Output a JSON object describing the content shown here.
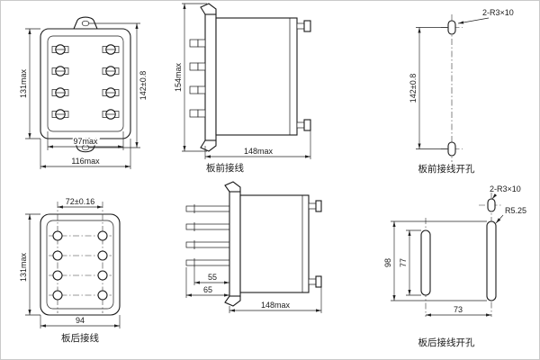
{
  "sheet": {
    "background": "#ffffff",
    "ink": "#1a1a1a"
  },
  "front_view": {
    "dim_body_height": "131max",
    "dim_hole_spacing": "142±0.8",
    "dim_inner_width": "97max",
    "dim_body_width": "116max"
  },
  "front_wiring_side": {
    "dim_height": "154max",
    "dim_depth": "148max",
    "caption": "板前接线"
  },
  "front_drill": {
    "slot_label": "2-R3×10",
    "dim_hole_spacing": "142±0.8",
    "caption": "板前接线开孔"
  },
  "rear_view": {
    "dim_hole_columns": "72±0.16",
    "dim_body_height": "131max",
    "dim_body_width": "94",
    "caption": "板后接线"
  },
  "rear_wiring_side": {
    "dim_pin_short": "55",
    "dim_pin_long": "65",
    "dim_depth": "148max"
  },
  "rear_drill": {
    "slot_label": "2-R3×10",
    "radius_label": "R5.25",
    "dim_outer_height": "98",
    "dim_inner_height": "77",
    "dim_slot_spacing": "73",
    "caption": "板后接线开孔"
  }
}
